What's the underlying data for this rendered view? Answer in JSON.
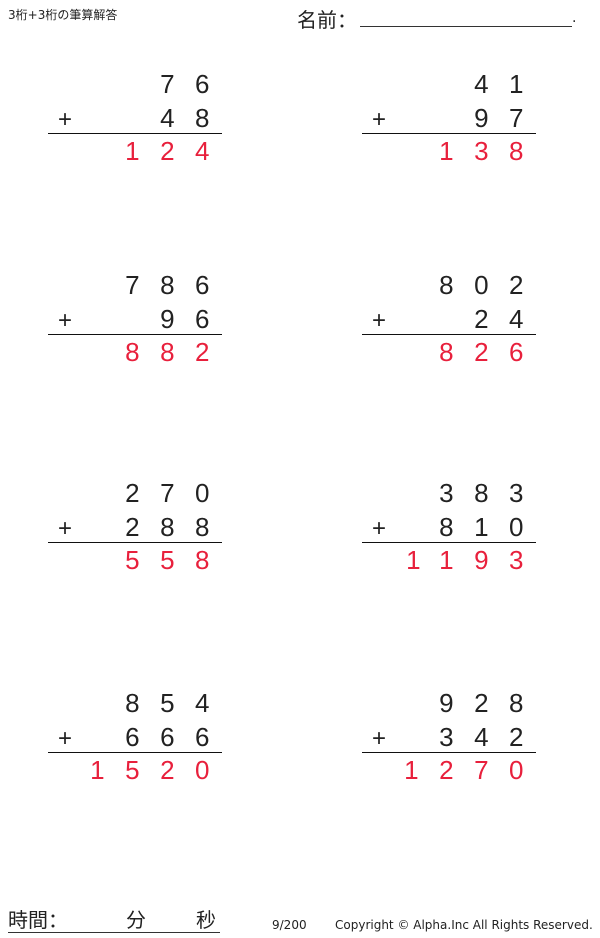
{
  "header": {
    "title": "3桁+3桁の筆算解答",
    "name_label": "名前：",
    "name_end": "."
  },
  "problems": [
    {
      "a": "76",
      "op": "+",
      "b": "48",
      "answer": "124"
    },
    {
      "a": "41",
      "op": "+",
      "b": "97",
      "answer": "138"
    },
    {
      "a": "786",
      "op": "+",
      "b": "96",
      "answer": "882"
    },
    {
      "a": "802",
      "op": "+",
      "b": "24",
      "answer": "826"
    },
    {
      "a": "270",
      "op": "+",
      "b": "288",
      "answer": "558"
    },
    {
      "a": "383",
      "op": "+",
      "b": "810",
      "answer": "1193"
    },
    {
      "a": "854",
      "op": "+",
      "b": "666",
      "answer": "1520"
    },
    {
      "a": "928",
      "op": "+",
      "b": "342",
      "answer": "1270"
    }
  ],
  "footer": {
    "time_label": "時間：",
    "minutes_label": "分",
    "seconds_label": "秒",
    "page": "9/200",
    "copyright": "Copyright © Alpha.Inc All Rights Reserved."
  },
  "colors": {
    "answer": "#e8203c"
  }
}
